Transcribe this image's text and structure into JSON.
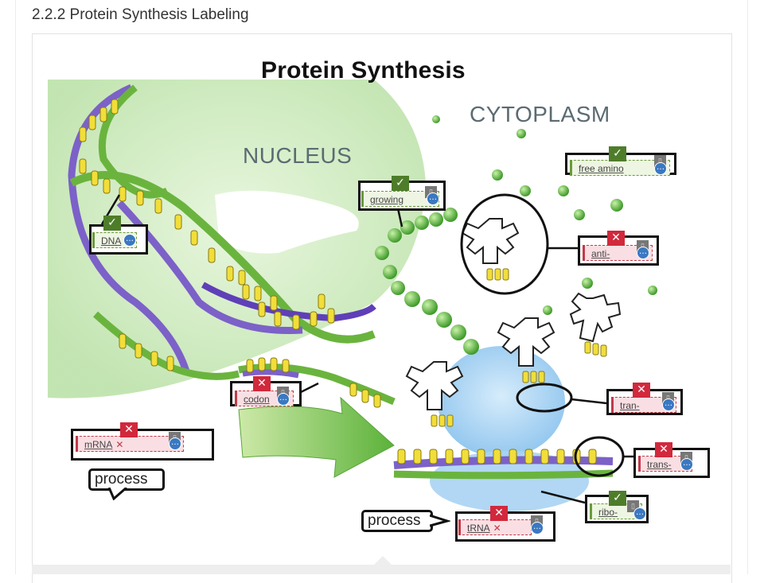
{
  "page": {
    "title": "2.2.2 Protein Synthesis Labeling"
  },
  "diagram": {
    "title": "Protein Synthesis",
    "regions": {
      "nucleus": "NUCLEUS",
      "cytoplasm": "CYTOPLASM"
    }
  },
  "labels": [
    {
      "id": "dna",
      "text": "DNA",
      "status": "correct",
      "remove": false
    },
    {
      "id": "growing",
      "text": "growing",
      "status": "correct",
      "remove": false
    },
    {
      "id": "free-amino",
      "text": "free amino",
      "status": "correct",
      "remove": false
    },
    {
      "id": "anti",
      "text": "anti-",
      "status": "incorrect",
      "remove": false
    },
    {
      "id": "codon",
      "text": "codon",
      "status": "incorrect",
      "remove": false
    },
    {
      "id": "mrna",
      "text": "mRNA",
      "status": "incorrect",
      "remove": true
    },
    {
      "id": "tran",
      "text": "tran-",
      "status": "incorrect",
      "remove": false
    },
    {
      "id": "trans",
      "text": "trans-",
      "status": "incorrect",
      "remove": false
    },
    {
      "id": "ribo",
      "text": "ribo-",
      "status": "correct",
      "remove": false
    },
    {
      "id": "trna",
      "text": "tRNA",
      "status": "incorrect",
      "remove": true
    }
  ],
  "bubbles": {
    "left": "process",
    "bottom": "process"
  },
  "icons": {
    "correct": "check-icon",
    "incorrect": "x-icon",
    "more": "more-icon",
    "flag": "flag-icon"
  },
  "colors": {
    "correct": "#4e7d2a",
    "incorrect": "#d2283c",
    "more": "#3a78c2"
  }
}
